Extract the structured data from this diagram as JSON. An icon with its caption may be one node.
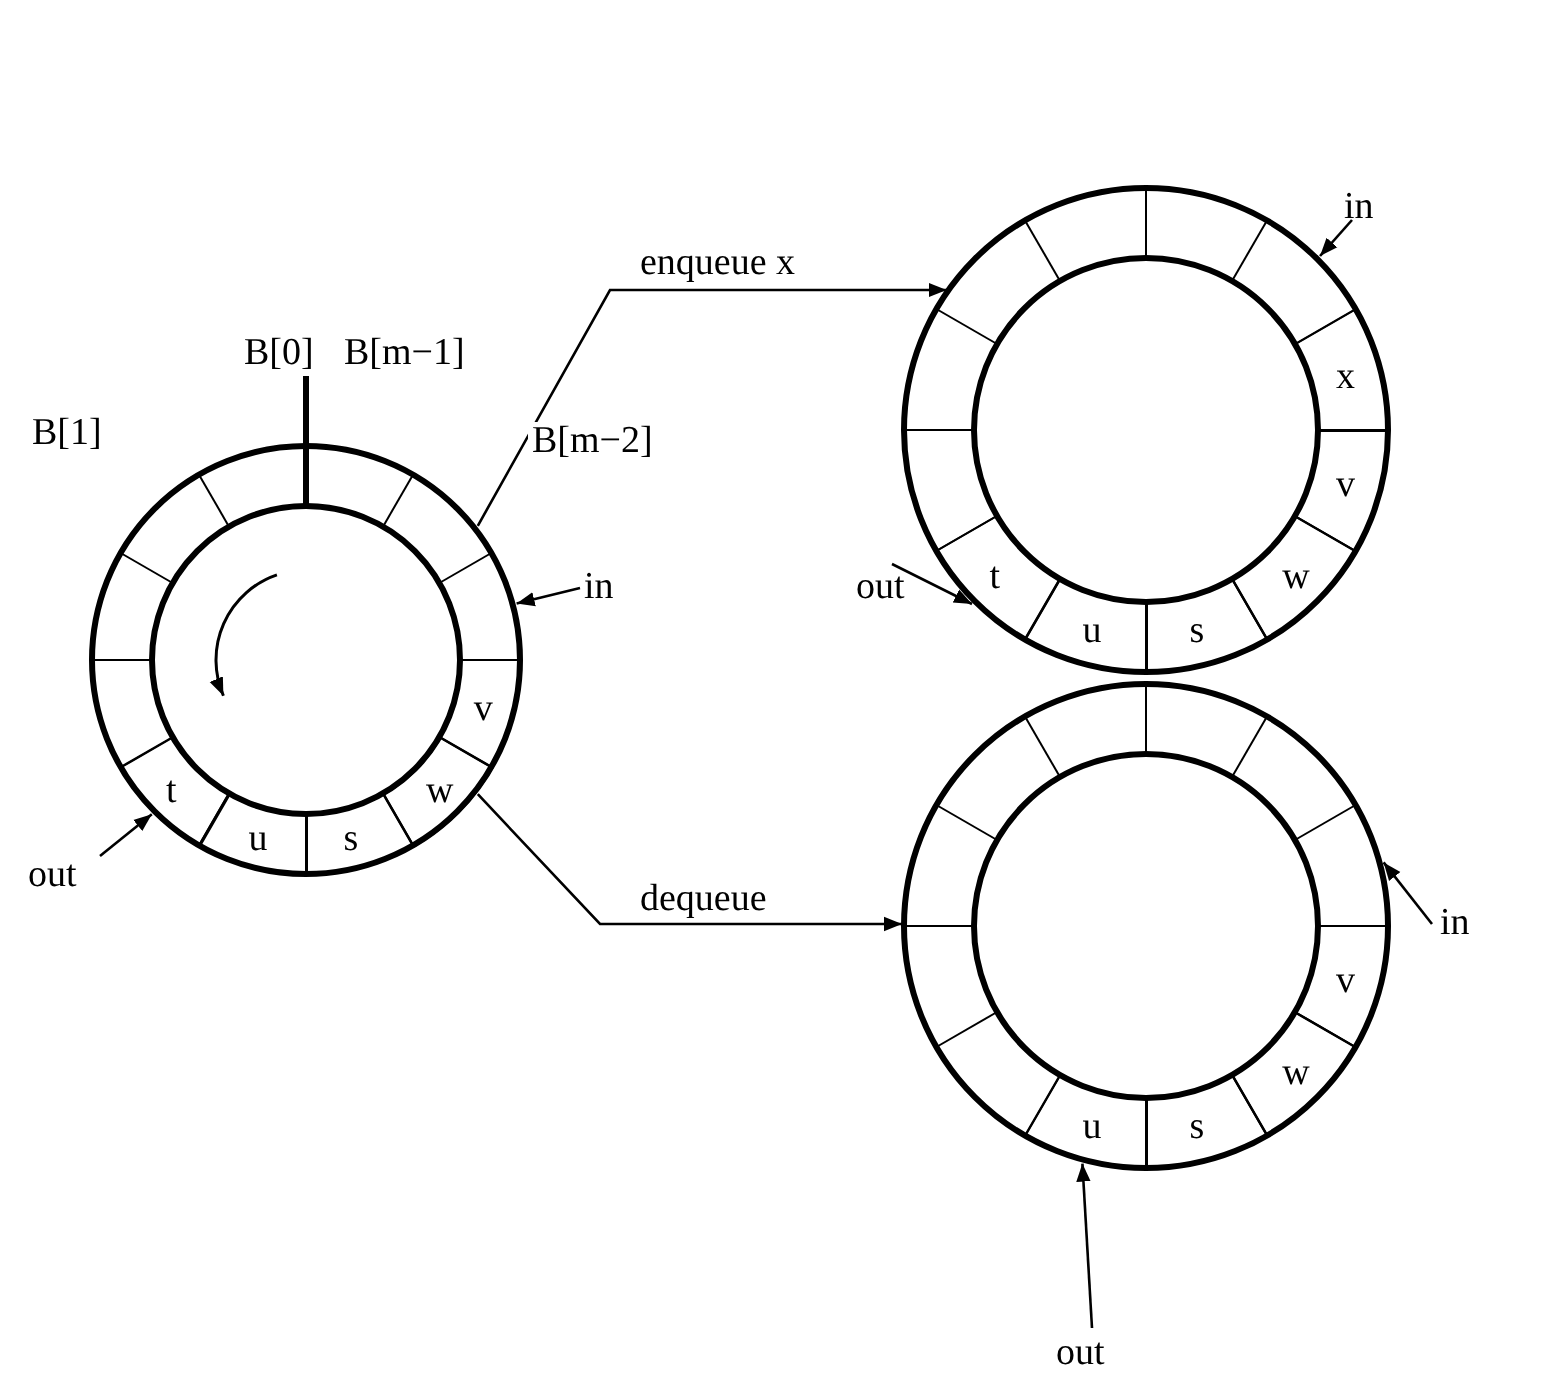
{
  "diagram": {
    "nodes": [
      {
        "text": [],
        "shape": "circle"
      },
      {
        "text": [
          "t"
        ],
        "in": 0
      },
      {
        "text": [
          "u"
        ],
        "in": 0
      },
      {
        "text": [
          "s"
        ],
        "in": 0
      },
      {
        "text": [
          "w"
        ],
        "in": 0
      },
      {
        "text": [
          "v"
        ],
        "in": 0
      },
      {
        "text": [
          "in"
        ]
      },
      {
        "text": [
          "out"
        ]
      },
      {
        "text": [],
        "shape": "circle"
      },
      {
        "text": [
          "x"
        ],
        "in": 8
      },
      {
        "text": [
          "v"
        ],
        "in": 8
      },
      {
        "text": [
          "w"
        ],
        "in": 8
      },
      {
        "text": [
          "s"
        ],
        "in": 8
      },
      {
        "text": [
          "u"
        ],
        "in": 8
      },
      {
        "text": [
          "t"
        ],
        "in": 8
      },
      {
        "text": [
          "in"
        ]
      },
      {
        "text": [
          "out"
        ]
      },
      {
        "text": [],
        "shape": "circle"
      },
      {
        "text": [
          "v"
        ],
        "in": 17
      },
      {
        "text": [
          "w"
        ],
        "in": 17
      },
      {
        "text": [
          "s"
        ],
        "in": 17
      },
      {
        "text": [
          "u"
        ],
        "in": 17
      },
      {
        "text": [
          "in"
        ]
      },
      {
        "text": [
          "out"
        ]
      }
    ],
    "edges": [
      {
        "from": 0,
        "to": 8,
        "arrow": "to",
        "label": "enqueue x"
      },
      {
        "from": 0,
        "to": 17,
        "arrow": "to",
        "label": "dequeue"
      },
      {
        "from": 6,
        "to": 0,
        "arrow": "to"
      },
      {
        "from": 7,
        "to": 1,
        "arrow": "to"
      },
      {
        "from": 15,
        "to": 8,
        "arrow": "to"
      },
      {
        "from": 16,
        "to": 14,
        "arrow": "to"
      },
      {
        "from": 22,
        "to": 17,
        "arrow": "to"
      },
      {
        "from": 23,
        "to": 21,
        "arrow": "to"
      }
    ],
    "labels": [
      "B[0]",
      "B[m−1]",
      "B[1]",
      "B[m−2]"
    ]
  }
}
